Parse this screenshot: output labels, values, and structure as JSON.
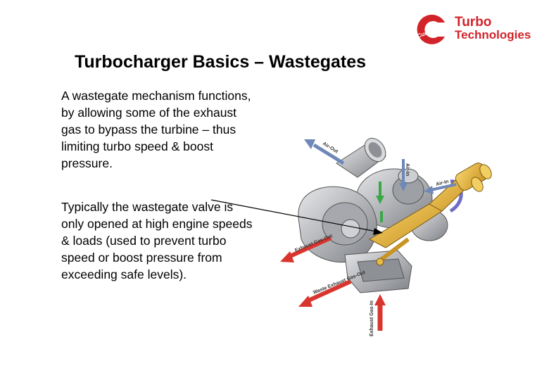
{
  "logo": {
    "brand": "Cummins",
    "line1": "Turbo",
    "line2": "Technologies",
    "brand_color": "#d2232a"
  },
  "slide": {
    "title": "Turbocharger Basics – Wastegates",
    "paragraph1": "A wastegate mechanism functions, by allowing some of the exhaust gas to bypass the turbine – thus limiting turbo speed & boost pressure.",
    "paragraph2": "Typically the wastegate valve is only opened at high engine speeds & loads   (used to prevent turbo speed or boost pressure from exceeding safe levels)."
  },
  "diagram": {
    "labels": {
      "air_out": "Air-Out",
      "air_in_top": "Air-In",
      "air_in_right": "Air-In",
      "exhaust_gas_out": "Exhaust Gas-Out",
      "waste_exhaust_gas_out": "Waste Exhaust Gas-Out",
      "exhaust_gas_in": "Exhaust Gas-In"
    },
    "colors": {
      "arrow_red": "#d9352f",
      "arrow_blue": "#6f88b8",
      "actuator": "#e3b23c",
      "housing": "#b7b9bd"
    }
  }
}
